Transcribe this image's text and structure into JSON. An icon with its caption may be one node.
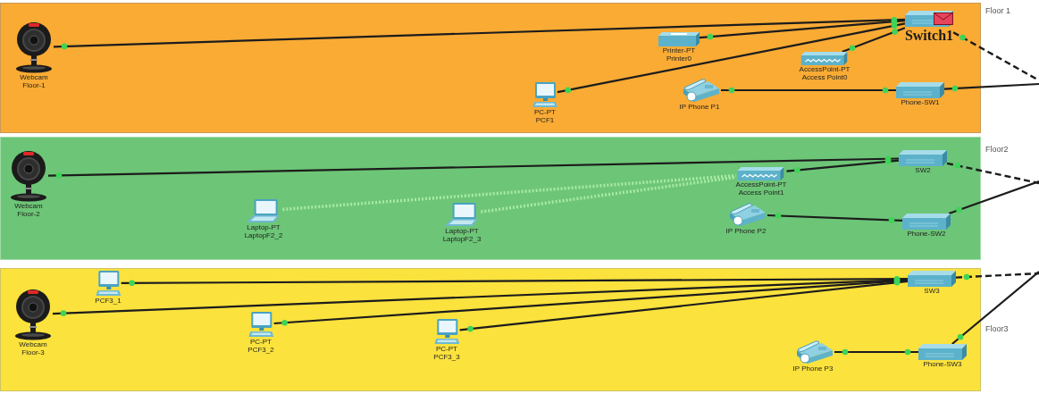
{
  "diagram": {
    "nodes": [
      {
        "text": [
          "Floor 1"
        ]
      },
      {
        "text": [
          "Webcam",
          "Floor-1"
        ],
        "in": 0
      },
      {
        "text": [
          "Printer-PT",
          "Printer0"
        ],
        "in": 0
      },
      {
        "text": [
          "Switch1"
        ],
        "in": 0
      },
      {
        "text": [
          "PC-PT",
          "PCF1"
        ],
        "in": 0
      },
      {
        "text": [
          "AccessPoint-PT",
          "Access Point0"
        ],
        "in": 0
      },
      {
        "text": [
          "IP Phone P1"
        ],
        "in": 0
      },
      {
        "text": [
          "Phone-SW1"
        ],
        "in": 0
      },
      {
        "text": [
          "Floor2"
        ]
      },
      {
        "text": [
          "Webcam",
          "Floor-2"
        ],
        "in": 8
      },
      {
        "text": [
          "AccessPoint-PT",
          "Access Point1"
        ],
        "in": 8
      },
      {
        "text": [
          "SW2"
        ],
        "in": 8
      },
      {
        "text": [
          "Laptop-PT",
          "LaptopF2_2"
        ],
        "in": 8
      },
      {
        "text": [
          "Laptop-PT",
          "LaptopF2_3"
        ],
        "in": 8
      },
      {
        "text": [
          "IP Phone P2"
        ],
        "in": 8
      },
      {
        "text": [
          "Phone-SW2"
        ],
        "in": 8
      },
      {
        "text": [
          "Floor3"
        ]
      },
      {
        "text": [
          "PCF3_1"
        ],
        "in": 16
      },
      {
        "text": [
          "Webcam",
          "Floor-3"
        ],
        "in": 16
      },
      {
        "text": [
          "SW3"
        ],
        "in": 16
      },
      {
        "text": [
          "PC-PT",
          "PCF3_2"
        ],
        "in": 16
      },
      {
        "text": [
          "PC-PT",
          "PCF3_3"
        ],
        "in": 16
      },
      {
        "text": [
          "IP Phone P3"
        ],
        "in": 16
      },
      {
        "text": [
          "Phone-SW3"
        ],
        "in": 16
      }
    ],
    "edges": [
      {
        "from": 1,
        "to": 3,
        "arrow": "none"
      },
      {
        "from": 4,
        "to": 3,
        "arrow": "none"
      },
      {
        "from": 2,
        "to": 3,
        "arrow": "none"
      },
      {
        "from": 5,
        "to": 3,
        "arrow": "none"
      },
      {
        "from": 6,
        "to": 7,
        "arrow": "none"
      },
      {
        "from": 3,
        "to": null,
        "arrow": "none",
        "style": "dashed"
      },
      {
        "from": 7,
        "to": null,
        "arrow": "none"
      },
      {
        "from": 9,
        "to": 11,
        "arrow": "none"
      },
      {
        "from": 10,
        "to": 11,
        "arrow": "none"
      },
      {
        "from": 12,
        "to": 10,
        "arrow": "none",
        "style": "dashed",
        "color": "#a8eaa8"
      },
      {
        "from": 13,
        "to": 10,
        "arrow": "none",
        "style": "dashed",
        "color": "#a8eaa8"
      },
      {
        "from": 14,
        "to": 15,
        "arrow": "none"
      },
      {
        "from": 11,
        "to": null,
        "arrow": "none",
        "style": "dashed"
      },
      {
        "from": 15,
        "to": null,
        "arrow": "none"
      },
      {
        "from": 18,
        "to": 19,
        "arrow": "none"
      },
      {
        "from": 17,
        "to": 19,
        "arrow": "none"
      },
      {
        "from": 20,
        "to": 19,
        "arrow": "none"
      },
      {
        "from": 21,
        "to": 19,
        "arrow": "none"
      },
      {
        "from": 22,
        "to": 23,
        "arrow": "none"
      },
      {
        "from": 19,
        "to": null,
        "arrow": "none",
        "style": "dashed"
      },
      {
        "from": 23,
        "to": null,
        "arrow": "none"
      }
    ]
  }
}
